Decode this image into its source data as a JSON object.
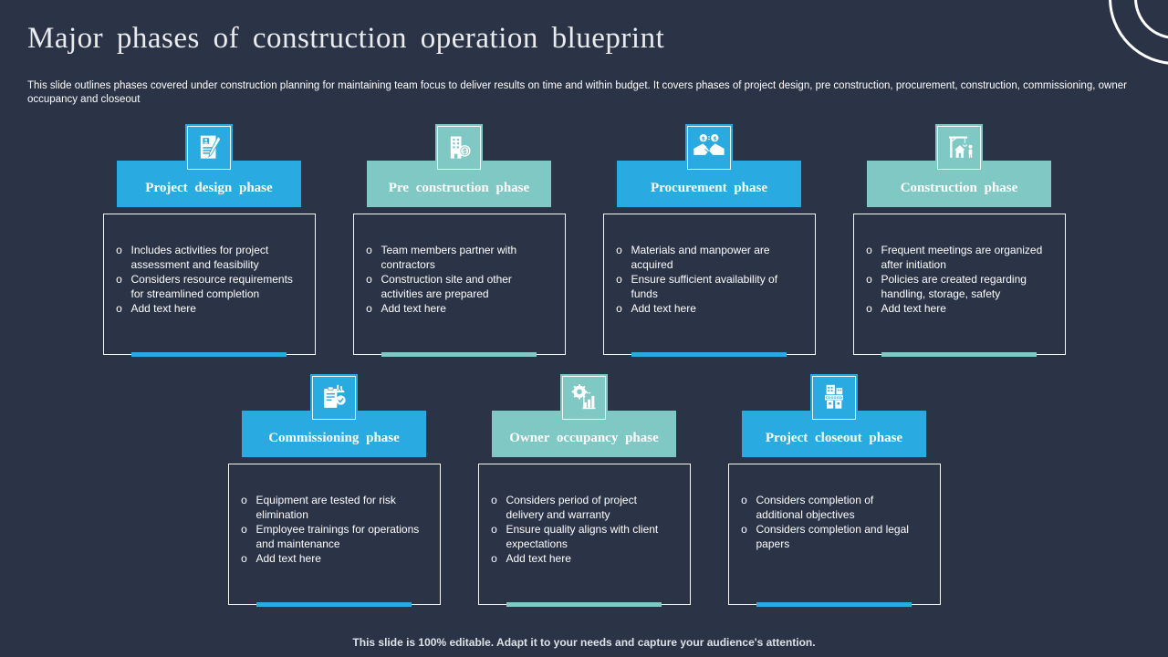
{
  "slide": {
    "title": "Major phases of construction operation blueprint",
    "subtitle": "This slide outlines phases covered under construction planning for maintaining team focus to deliver results on time and within budget. It covers phases of project design, pre construction, procurement, construction, commissioning, owner occupancy and closeout",
    "footer": "This slide is 100% editable. Adapt it to your needs and capture your audience's attention."
  },
  "colors": {
    "background": "#2b3447",
    "blue": "#29abe2",
    "teal": "#7fc8c4",
    "text": "#ffffff",
    "box_border": "#f5f7f9"
  },
  "phases": [
    {
      "label": "Project design phase",
      "accent": "blue",
      "icon": "document-person-pen-icon",
      "bullets": [
        "Includes activities for project assessment and feasibility",
        "Considers resource requirements for streamlined completion",
        "Add text here"
      ]
    },
    {
      "label": "Pre construction phase",
      "accent": "teal",
      "icon": "building-coin-icon",
      "bullets": [
        "Team members partner with contractors",
        "Construction site and other activities are prepared",
        "Add text here"
      ]
    },
    {
      "label": "Procurement phase",
      "accent": "blue",
      "icon": "handshake-icon",
      "bullets": [
        "Materials and manpower are acquired",
        "Ensure sufficient availability of funds",
        "Add text here"
      ]
    },
    {
      "label": "Construction phase",
      "accent": "teal",
      "icon": "crane-house-worker-icon",
      "bullets": [
        "Frequent meetings are organized after initiation",
        "Policies are created regarding handling, storage, safety",
        "Add text here"
      ]
    },
    {
      "label": "Commissioning phase",
      "accent": "blue",
      "icon": "checklist-factory-icon",
      "bullets": [
        "Equipment are tested for risk elimination",
        "Employee trainings for operations and maintenance",
        "Add text here"
      ]
    },
    {
      "label": "Owner occupancy phase",
      "accent": "teal",
      "icon": "gear-chart-icon",
      "bullets": [
        "Considers period of project delivery and warranty",
        "Ensure quality aligns with client expectations",
        "Add text here"
      ]
    },
    {
      "label": "Project closeout phase",
      "accent": "blue",
      "icon": "closed-building-icon",
      "bullets": [
        "Considers completion of additional objectives",
        "Considers completion and legal papers"
      ]
    }
  ]
}
